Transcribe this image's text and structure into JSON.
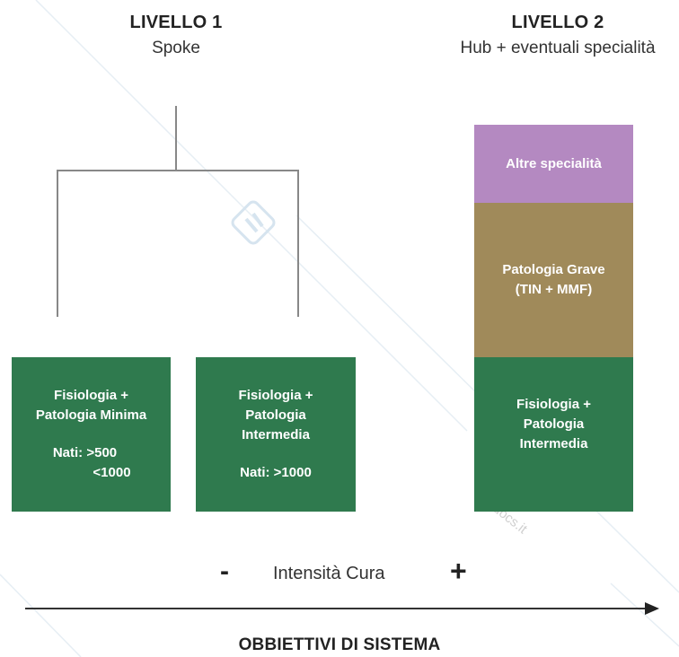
{
  "levels": [
    {
      "title": "LIVELLO 1",
      "subtitle": "Spoke"
    },
    {
      "title": "LIVELLO 2",
      "subtitle": "Hub + eventuali specialità"
    }
  ],
  "level1_boxes": [
    {
      "lines": [
        "Fisiologia +",
        "Patologia Minima"
      ],
      "detail": [
        "Nati: >500",
        "<1000"
      ]
    },
    {
      "lines": [
        "Fisiologia +",
        "Patologia",
        "Intermedia"
      ],
      "detail": [
        "Nati: >1000"
      ]
    }
  ],
  "level2_stack": [
    {
      "lines": [
        "Altre specialità"
      ]
    },
    {
      "lines": [
        "Patologia Grave",
        "(TIN + MMF)"
      ]
    },
    {
      "lines": [
        "Fisiologia +",
        "Patologia",
        "Intermedia"
      ]
    }
  ],
  "intensity": {
    "minus": "-",
    "label": "Intensità Cura",
    "plus": "+"
  },
  "footer": "OBBIETTIVI DI SISTEMA",
  "watermark": "ilidocs.it",
  "colors": {
    "green": "#2f7a4e",
    "olive": "#a08a5a",
    "purple": "#b489c1",
    "connector": "#888888"
  }
}
